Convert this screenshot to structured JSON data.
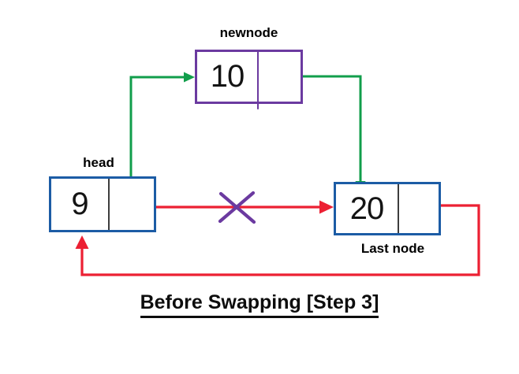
{
  "title": "Before Swapping [Step 3]",
  "colors": {
    "purple": "#6B3AA0",
    "blue": "#1C5CA5",
    "green": "#119E4B",
    "red": "#EC2033",
    "ink": "#141414",
    "divider": "#3D3D3D"
  },
  "nodes": {
    "newnode": {
      "label": "newnode",
      "value": "10"
    },
    "head": {
      "label": "head",
      "value": "9"
    },
    "last": {
      "label": "Last node",
      "value": "20"
    }
  },
  "arrows": [
    {
      "name": "head-pointer-to-newnode",
      "color": "green",
      "from": "head.next",
      "to": "newnode",
      "crossed_out": false
    },
    {
      "name": "newnode-pointer-to-lastnode",
      "color": "green",
      "from": "newnode.next",
      "to": "last-node",
      "crossed_out": false
    },
    {
      "name": "old-head-link-to-lastnode",
      "color": "red",
      "from": "head.next",
      "to": "last-node",
      "crossed_out": true
    },
    {
      "name": "lastnode-pointer-to-head",
      "color": "red",
      "from": "last-node.next",
      "to": "head",
      "crossed_out": false
    }
  ]
}
